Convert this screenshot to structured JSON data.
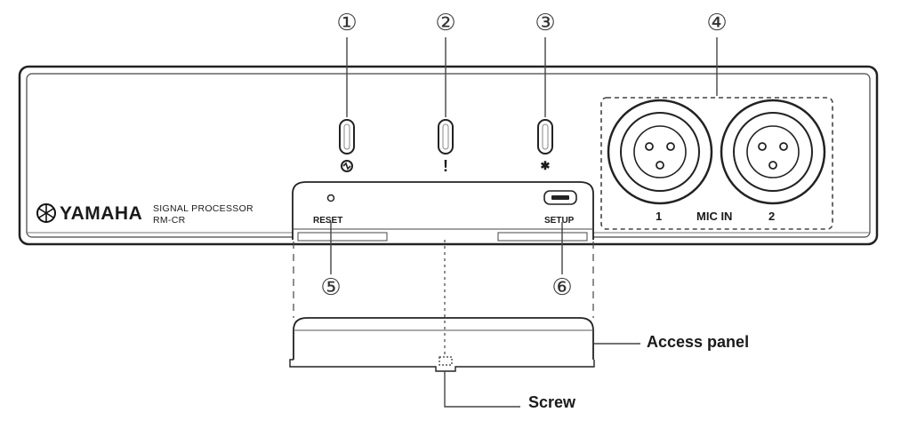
{
  "brand": {
    "name": "YAMAHA"
  },
  "device": {
    "line1": "SIGNAL PROCESSOR",
    "line2": "RM-CR"
  },
  "callouts": [
    "①",
    "②",
    "③",
    "④",
    "⑤",
    "⑥"
  ],
  "indicator_icons": [
    "power-icon",
    "alert-icon",
    "bluetooth-icon"
  ],
  "alert_symbol": "!",
  "bluetooth_symbol": "✱",
  "panel_labels": {
    "reset": "RESET",
    "setup": "SETUP"
  },
  "mic": {
    "label": "MIC IN",
    "left": "1",
    "right": "2"
  },
  "labels": {
    "access_panel": "Access panel",
    "screw": "Screw"
  }
}
